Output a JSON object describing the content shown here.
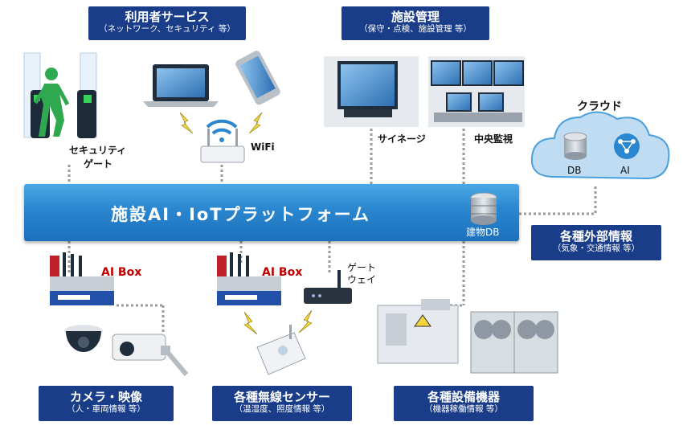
{
  "categories": {
    "user_services": {
      "title": "利用者サービス",
      "subtitle": "（ネットワーク、セキュリティ 等）"
    },
    "facility_mgmt": {
      "title": "施設管理",
      "subtitle": "（保守・点検、施設管理 等）"
    },
    "external_info": {
      "title": "各種外部情報",
      "subtitle": "（気象・交通情報 等）"
    },
    "camera": {
      "title": "カメラ・映像",
      "subtitle": "（人・車両情報 等）"
    },
    "sensors": {
      "title": "各種無線センサー",
      "subtitle": "（温湿度、照度情報 等）"
    },
    "equipment": {
      "title": "各種設備機器",
      "subtitle": "（機器稼働情報 等）"
    }
  },
  "platform": {
    "title": "施設AI・IoTプラットフォーム",
    "db_label": "建物DB"
  },
  "cloud": {
    "title": "クラウド",
    "db_label": "DB",
    "ai_label": "AI"
  },
  "labels": {
    "security_gate_line1": "セキュリティ",
    "security_gate_line2": "ゲート",
    "wifi": "WiFi",
    "signage": "サイネージ",
    "central_monitoring": "中央監視",
    "ai_box_1": "AI Box",
    "ai_box_2": "AI Box",
    "gateway_line1": "ゲート",
    "gateway_line2": "ウェイ"
  },
  "colors": {
    "navy": "#1a3d8a",
    "platform_blue": "#2a86cf",
    "ai_box_red": "#c00000",
    "cloud_blue": "#bfdcf2",
    "person_green": "#2fa84f"
  }
}
